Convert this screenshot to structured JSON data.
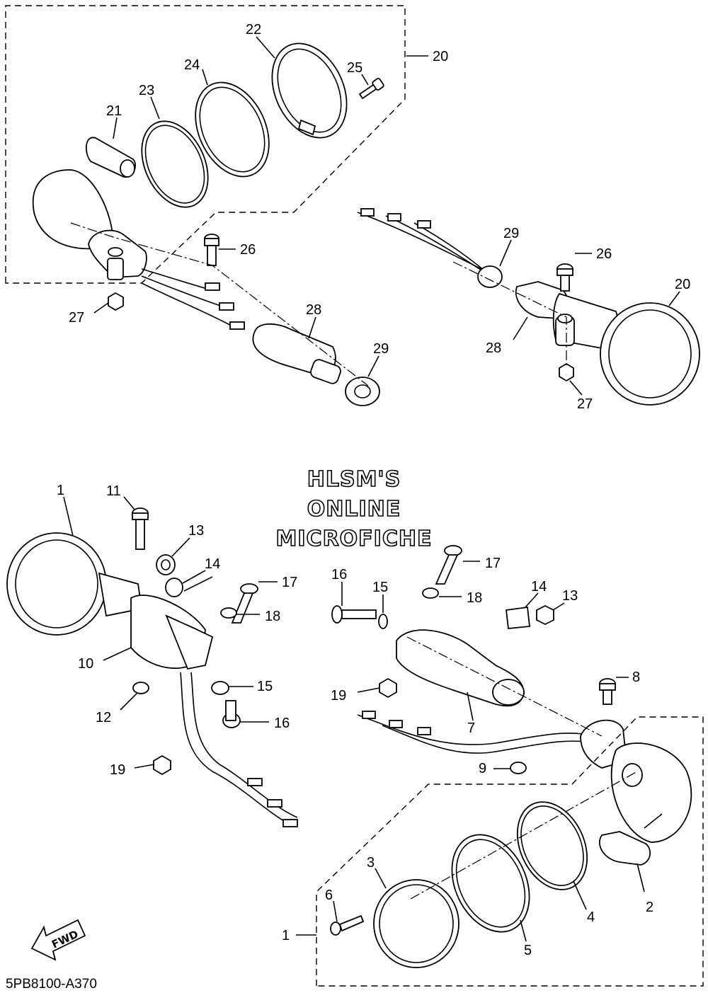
{
  "watermark": {
    "line1": "HLSM'S",
    "line2": "ONLINE",
    "line3": "MICROFICHE"
  },
  "diagram_code": "5PB8100-A370",
  "fwd_label": "FWD",
  "callouts": {
    "c1a": "1",
    "c1b": "1",
    "c2": "2",
    "c3": "3",
    "c4": "4",
    "c5": "5",
    "c6": "6",
    "c7": "7",
    "c8": "8",
    "c9": "9",
    "c10": "10",
    "c11": "11",
    "c12": "12",
    "c13a": "13",
    "c13b": "13",
    "c14a": "14",
    "c14b": "14",
    "c15a": "15",
    "c15b": "15",
    "c16a": "16",
    "c16b": "16",
    "c17a": "17",
    "c17b": "17",
    "c18a": "18",
    "c18b": "18",
    "c19a": "19",
    "c19b": "19",
    "c20a": "20",
    "c20b": "20",
    "c21": "21",
    "c22": "22",
    "c23": "23",
    "c24": "24",
    "c25": "25",
    "c26a": "26",
    "c26b": "26",
    "c27a": "27",
    "c27b": "27",
    "c28a": "28",
    "c28b": "28",
    "c29a": "29",
    "c29b": "29"
  }
}
